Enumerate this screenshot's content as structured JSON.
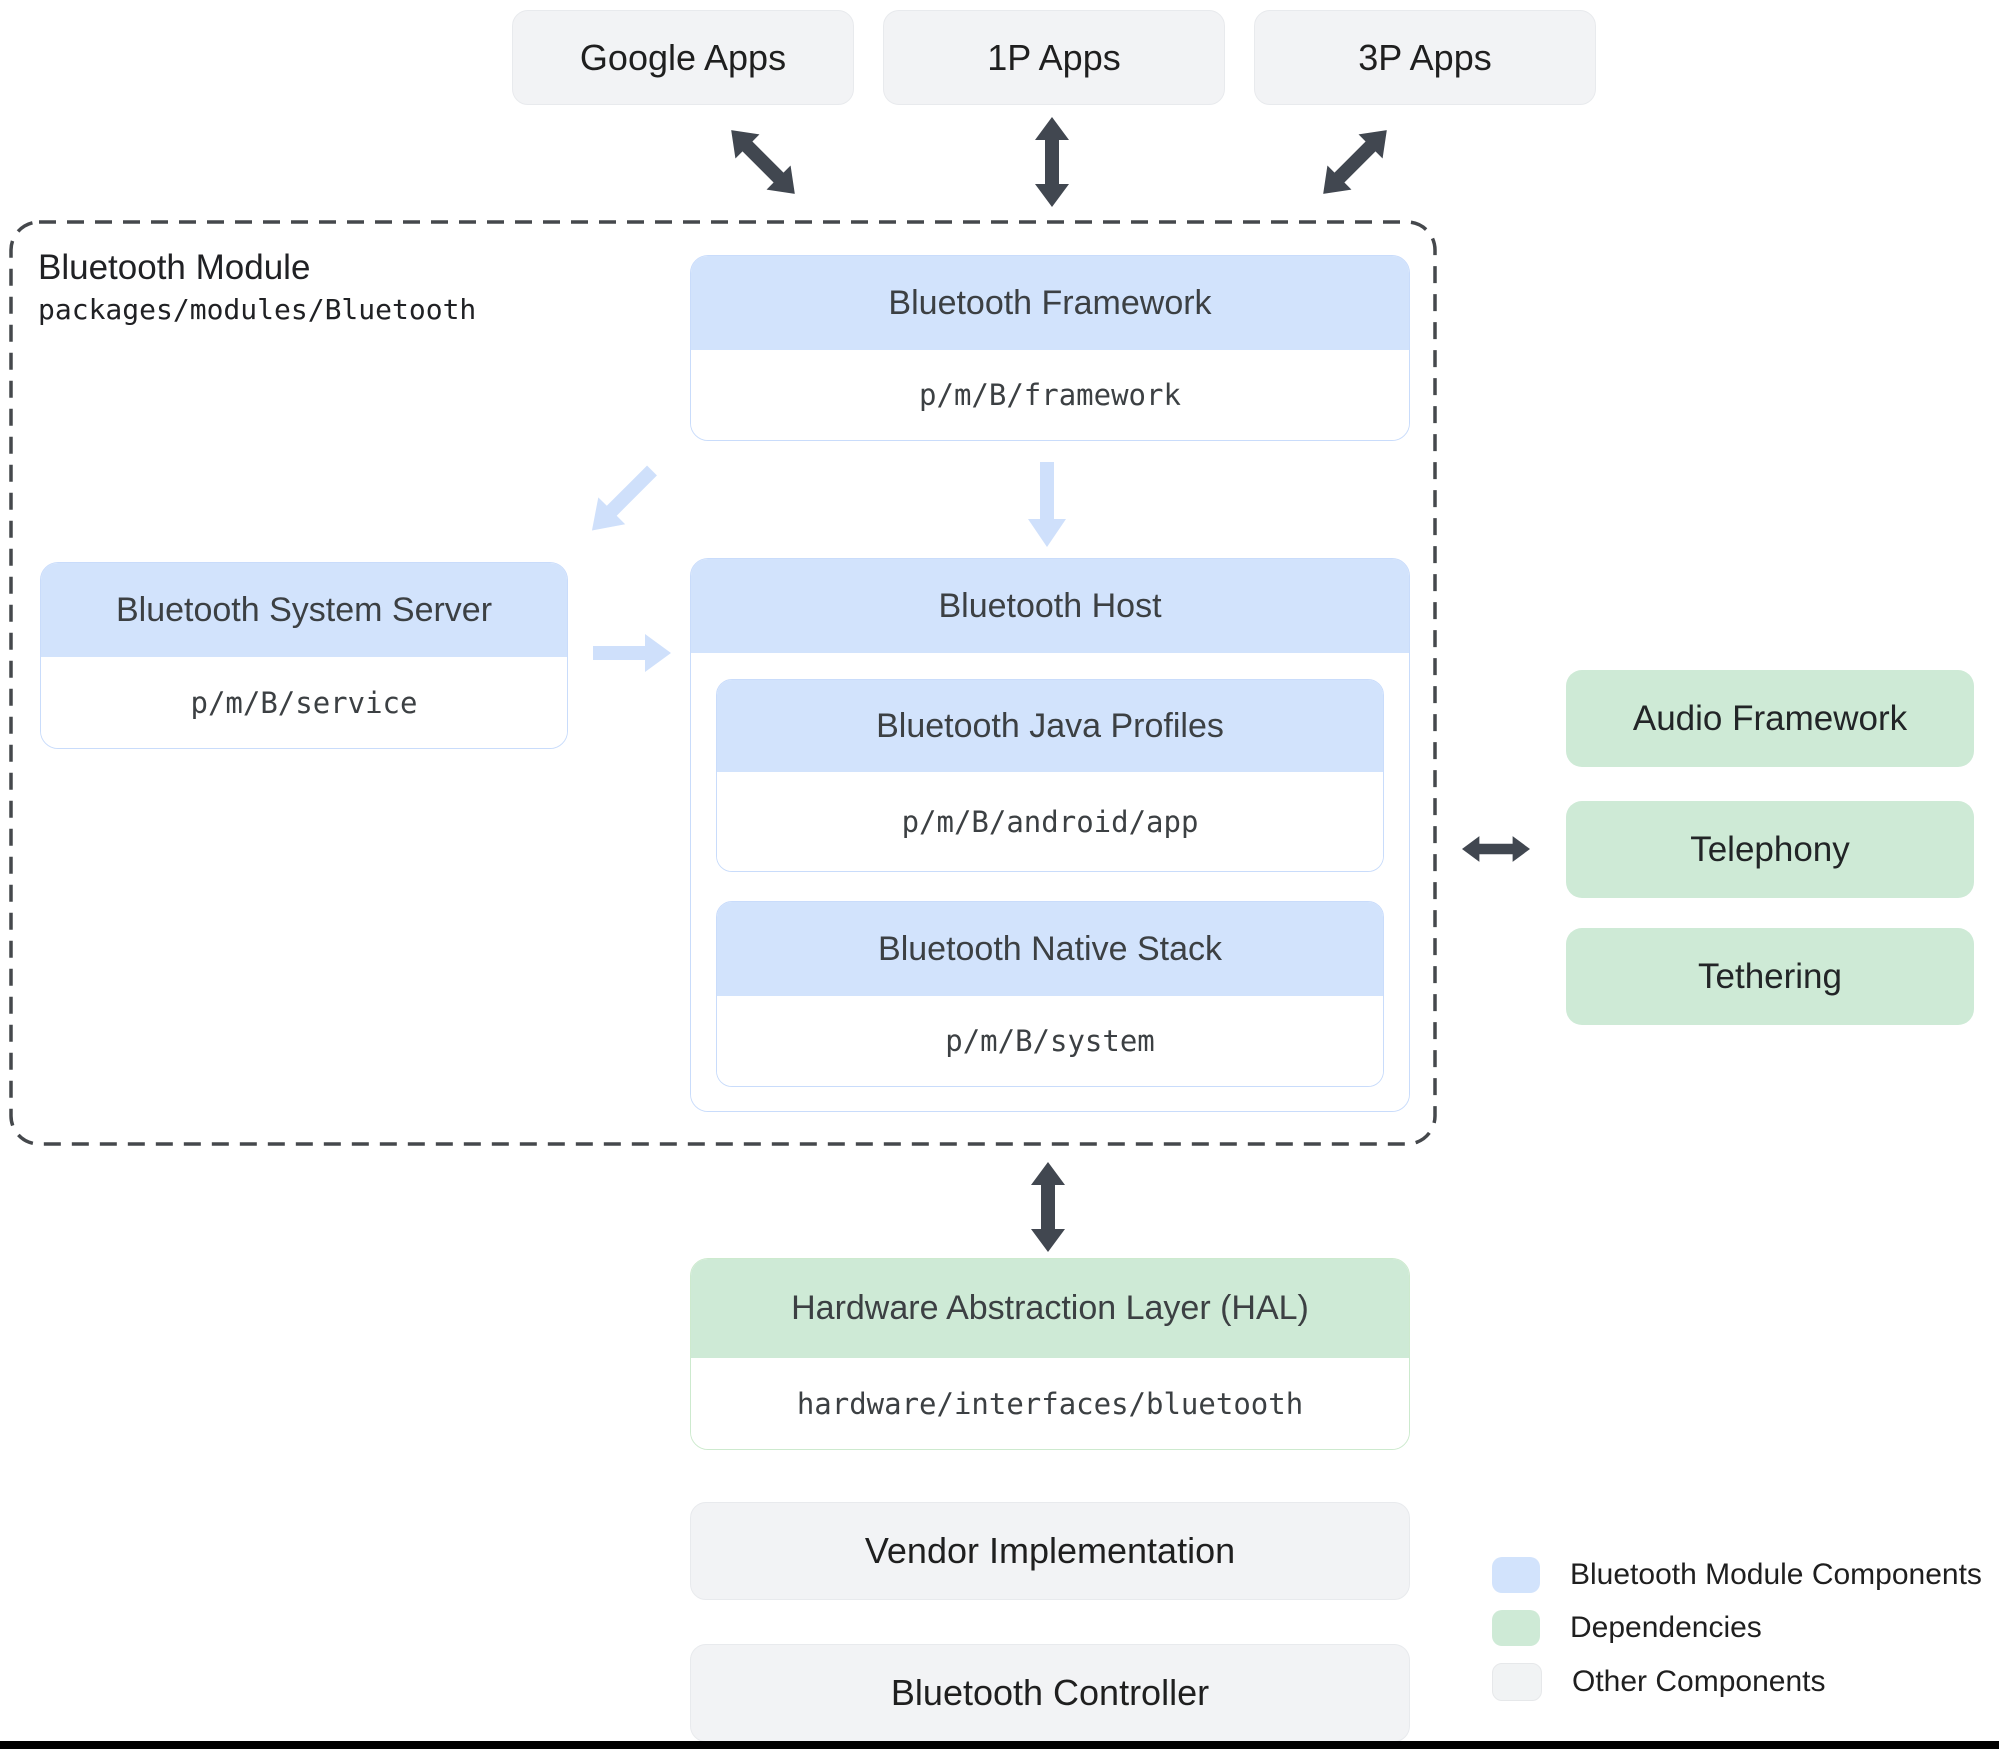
{
  "top_apps": [
    "Google Apps",
    "1P Apps",
    "3P Apps"
  ],
  "bluetooth_module": {
    "title": "Bluetooth Module",
    "path": "packages/modules/Bluetooth",
    "framework": {
      "title": "Bluetooth Framework",
      "path": "p/m/B/framework"
    },
    "system_server": {
      "title": "Bluetooth System Server",
      "path": "p/m/B/service"
    },
    "host": {
      "title": "Bluetooth Host",
      "java_profiles": {
        "title": "Bluetooth Java Profiles",
        "path": "p/m/B/android/app"
      },
      "native_stack": {
        "title": "Bluetooth Native Stack",
        "path": "p/m/B/system"
      }
    }
  },
  "dependencies": [
    "Audio Framework",
    "Telephony",
    "Tethering"
  ],
  "hal": {
    "title": "Hardware Abstraction Layer (HAL)",
    "path": "hardware/interfaces/bluetooth"
  },
  "other_components": [
    "Vendor Implementation",
    "Bluetooth Controller"
  ],
  "legend": {
    "items": [
      {
        "label": "Bluetooth Module Components",
        "color": "#d2e3fc"
      },
      {
        "label": "Dependencies",
        "color": "#ceead6"
      },
      {
        "label": "Other Components",
        "color": "#f1f3f4"
      }
    ]
  },
  "colors": {
    "module_component_fill": "#d2e3fc",
    "module_component_border": "#c9dcfb",
    "dependency_fill": "#ceead6",
    "other_component_fill": "#f2f3f5",
    "dark_arrow": "#414750",
    "light_arrow": "#cfe0fb",
    "dashed_border": "#45484c"
  }
}
